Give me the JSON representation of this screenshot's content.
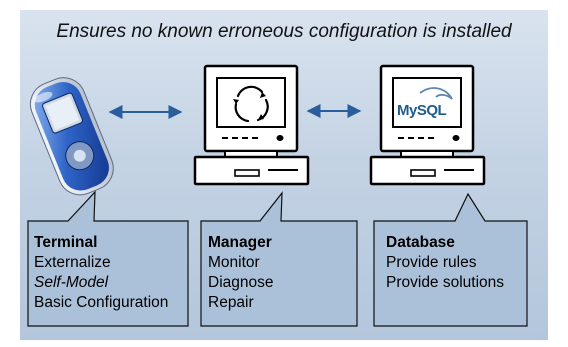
{
  "headline": "Ensures no known erroneous configuration is installed",
  "terminal": {
    "title": "Terminal",
    "lines": [
      "Externalize",
      "Self-Model",
      "Basic Configuration"
    ]
  },
  "manager": {
    "title": "Manager",
    "lines": [
      "Monitor",
      "Diagnose",
      "Repair"
    ]
  },
  "database": {
    "title": "Database",
    "lines": [
      "Provide rules",
      "Provide solutions"
    ],
    "logo_text": "MySQL"
  },
  "icons": [
    "mobile-phone-icon",
    "manager-computer-icon",
    "database-computer-icon",
    "double-arrow-icon"
  ],
  "colors": {
    "background": "#c4d3e4",
    "callout_fill": "#abc1da",
    "arrow": "#2a5d9c"
  }
}
